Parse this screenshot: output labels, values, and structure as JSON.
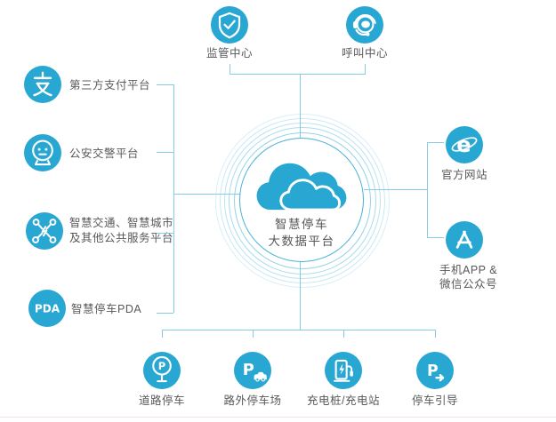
{
  "palette": {
    "primary": "#29a7d3",
    "line": "#85cde2",
    "text": "#57585a",
    "ring": "#29a7d3",
    "bottom_rule": "#f4e1e5"
  },
  "center": {
    "icon": "cloud-icon",
    "title_line1": "智慧停车",
    "title_line2": "大数据平台"
  },
  "top": {
    "items": [
      {
        "icon": "shield-check-icon",
        "label": "监管中心"
      },
      {
        "icon": "headset-agent-icon",
        "label": "呼叫中心"
      }
    ]
  },
  "left": {
    "items": [
      {
        "icon": "alipay-pay-icon",
        "label": "第三方支付平台"
      },
      {
        "icon": "police-face-icon",
        "label": "公安交警平台"
      },
      {
        "icon": "network-nodes-icon",
        "label": "智慧交通、智慧城市",
        "label2": "及其他公共服务平台"
      },
      {
        "icon": "pda-text-icon",
        "label": "智慧停车PDA"
      }
    ]
  },
  "right": {
    "items": [
      {
        "icon": "ie-browser-icon",
        "label": "官方网站"
      },
      {
        "icon": "appstore-icon",
        "label": "手机APP &",
        "label2": "微信公众号"
      }
    ]
  },
  "bottom": {
    "items": [
      {
        "icon": "roadside-parking-sign-icon",
        "label": "道路停车"
      },
      {
        "icon": "parking-lot-car-icon",
        "label": "路外停车场"
      },
      {
        "icon": "charging-pile-icon",
        "label": "充电桩/充电站"
      },
      {
        "icon": "parking-guidance-icon",
        "label": "停车引导"
      }
    ]
  },
  "icon_glyphs": {
    "pda": "PDA",
    "ie_letter": "e",
    "road_p": "P",
    "offroad_p": "P",
    "guidance_p": "P"
  }
}
